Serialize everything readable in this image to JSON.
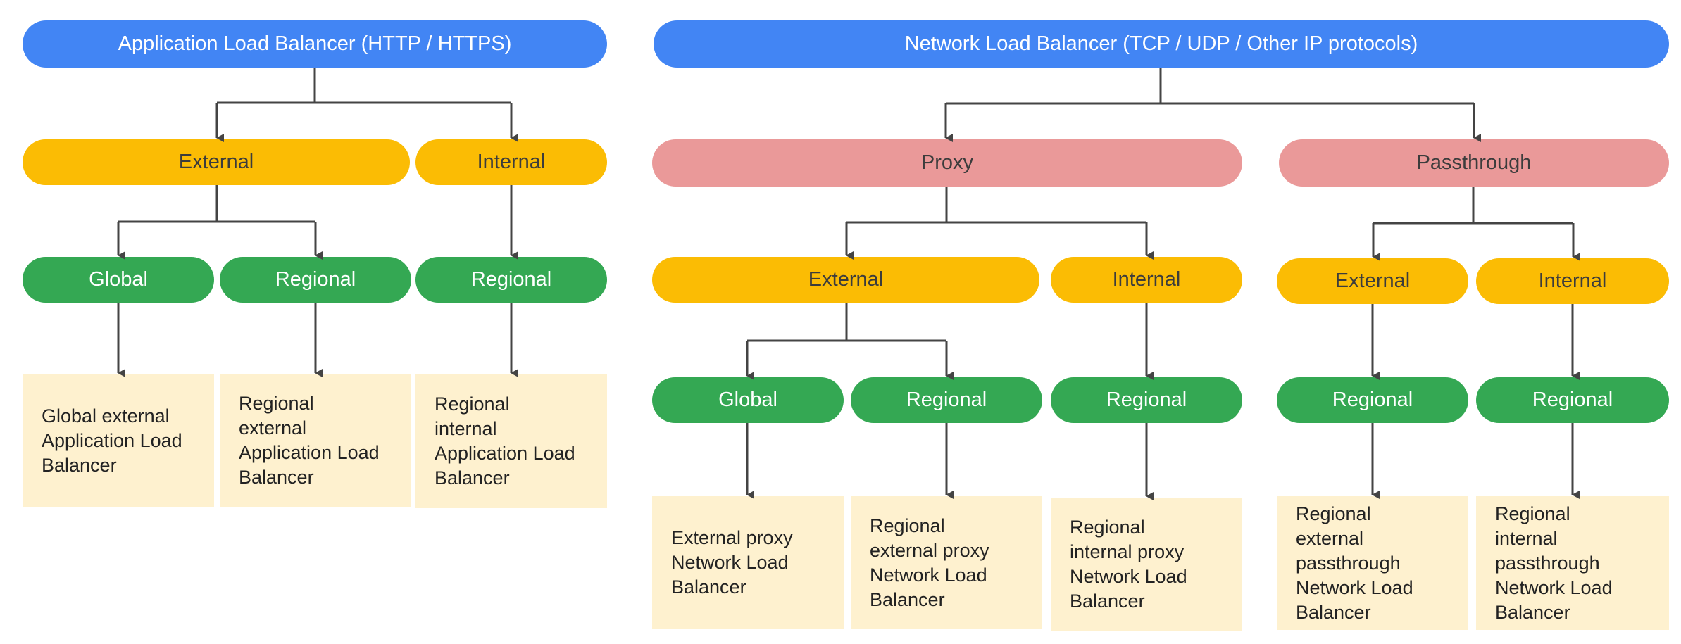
{
  "alb": {
    "root": "Application Load Balancer (HTTP / HTTPS)",
    "external": "External",
    "internal": "Internal",
    "ext_global": "Global",
    "ext_regional": "Regional",
    "int_regional": "Regional",
    "leaf_global_external": "Global external Application Load Balancer",
    "leaf_regional_external": "Regional external Application Load Balancer",
    "leaf_regional_internal": "Regional internal Application Load Balancer"
  },
  "nlb": {
    "root": "Network Load Balancer (TCP / UDP / Other IP protocols)",
    "proxy": "Proxy",
    "passthrough": "Passthrough",
    "proxy_external": "External",
    "proxy_internal": "Internal",
    "proxy_ext_global": "Global",
    "proxy_ext_regional": "Regional",
    "proxy_int_regional": "Regional",
    "pass_external": "External",
    "pass_internal": "Internal",
    "pass_ext_regional": "Regional",
    "pass_int_regional": "Regional",
    "leaf_external_proxy": "External proxy Network Load Balancer",
    "leaf_regional_external_proxy": "Regional external proxy Network Load Balancer",
    "leaf_regional_internal_proxy": "Regional internal proxy Network Load Balancer",
    "leaf_regional_external_passthrough": "Regional external passthrough Network Load Balancer",
    "leaf_regional_internal_passthrough": "Regional internal passthrough Network Load Balancer"
  },
  "colors": {
    "root": "#4285F4",
    "scope": "#FBBC04",
    "type": "#EA9999",
    "region": "#34A853",
    "leaf": "#FEF1CF",
    "connector": "#444444"
  }
}
